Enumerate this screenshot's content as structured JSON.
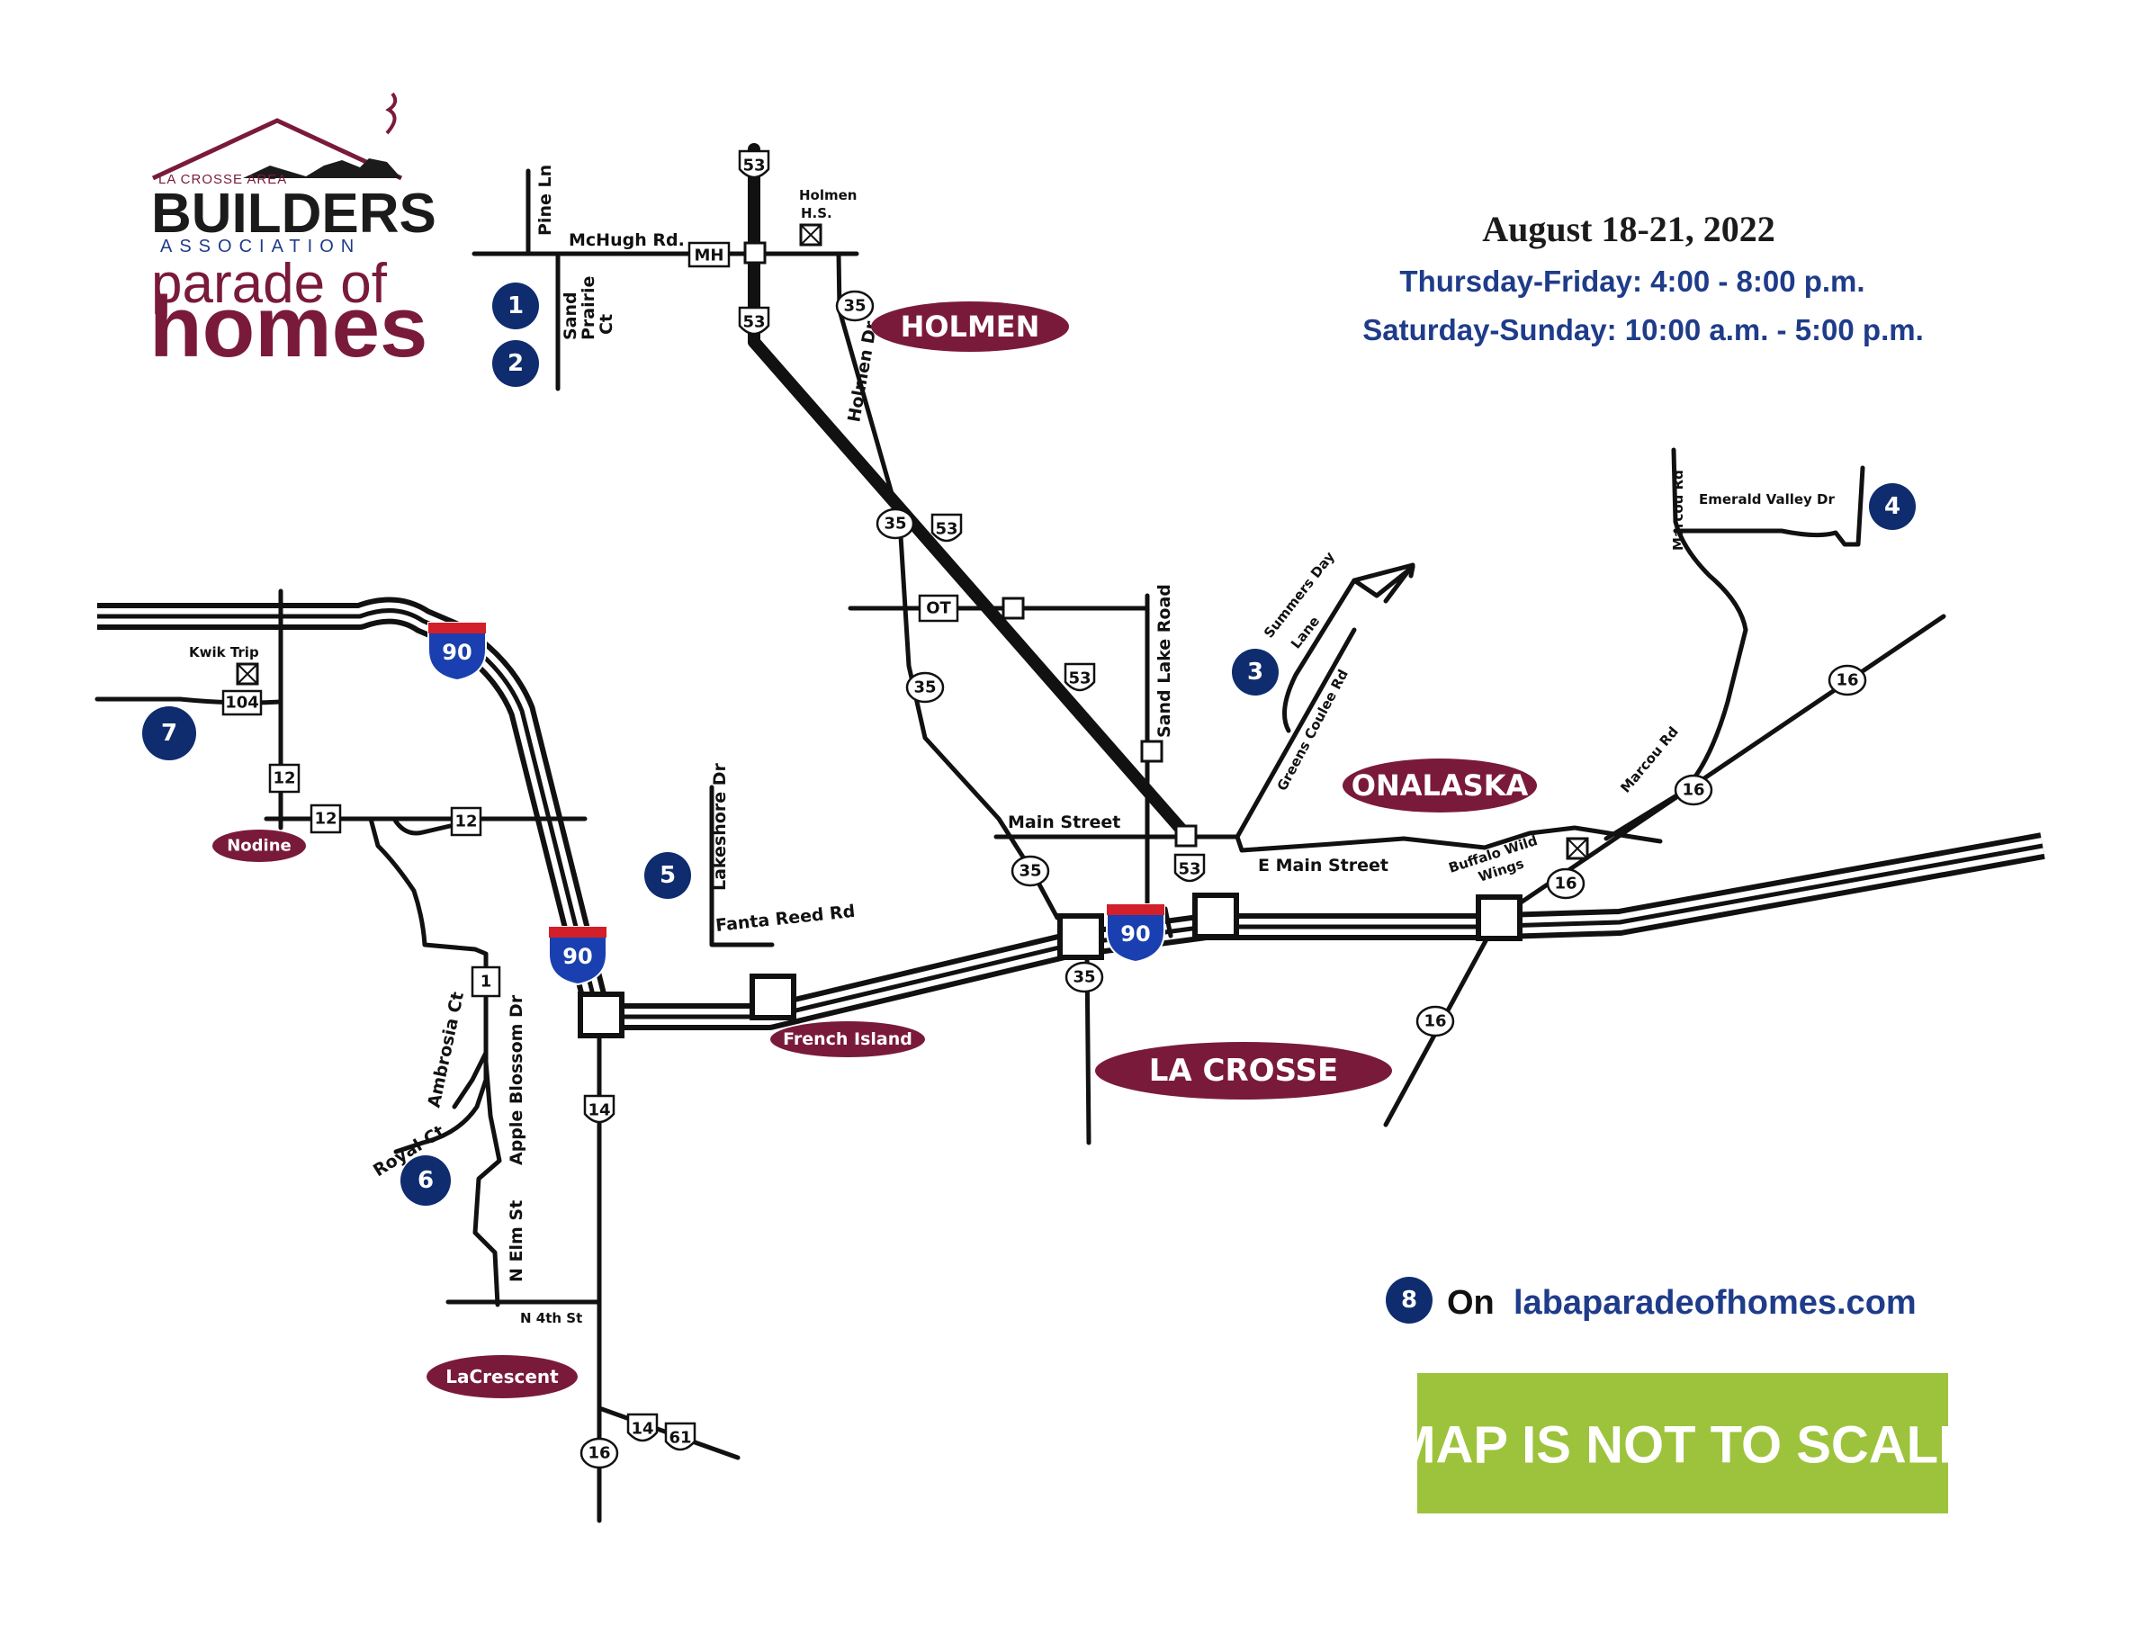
{
  "logo": {
    "area": "LA CROSSE AREA",
    "name": "BUILDERS",
    "association": "ASSOCIATION",
    "parade": "parade of",
    "homes": "homes"
  },
  "event": {
    "dates": "August 18-21, 2022",
    "weekday_hours": "Thursday-Friday: 4:00 - 8:00 p.m.",
    "weekend_hours": "Saturday-Sunday: 10:00 a.m. - 5:00 p.m."
  },
  "cities": {
    "holmen": "HOLMEN",
    "onalaska": "ONALASKA",
    "la_crosse": "LA CROSSE",
    "nodine": "Nodine",
    "french_island": "French Island",
    "lacrescent": "LaCrescent"
  },
  "stops": [
    "1",
    "2",
    "3",
    "4",
    "5",
    "6",
    "7",
    "8"
  ],
  "roads": {
    "pine_ln": "Pine Ln",
    "mchugh": "McHugh Rd.",
    "sand_prairie_1": "Sand",
    "sand_prairie_2": "Prairie",
    "sand_prairie_3": "Ct",
    "holmen_dr": "Holmen Dr",
    "holmen_hs_1": "Holmen",
    "holmen_hs_2": "H.S.",
    "sand_lake": "Sand Lake Road",
    "summers_day_1": "Summers Day",
    "summers_day_2": "Lane",
    "greens_coulee": "Greens Coulee Rd",
    "marcou_rd": "Marcou Rd",
    "emerald_valley": "Emerald Valley Dr",
    "main_street": "Main Street",
    "e_main_street": "E Main Street",
    "buffalo_1": "Buffalo Wild",
    "buffalo_2": "Wings",
    "lakeshore": "Lakeshore Dr",
    "fanta_reed": "Fanta Reed Rd",
    "kwik_trip": "Kwik Trip",
    "ambrosia": "Ambrosia Ct",
    "apple_blossom": "Apple Blossom Dr",
    "royal_ct": "Royal Ct",
    "n_elm": "N Elm St",
    "n_4th": "N 4th St"
  },
  "shields": {
    "us53": "53",
    "mh": "MH",
    "ot": "OT",
    "r35": "35",
    "r16": "16",
    "r104": "104",
    "r12": "12",
    "r1": "1",
    "us14": "14",
    "us61": "61",
    "i90": "90"
  },
  "website": {
    "on": "On",
    "url": "labaparadeofhomes.com"
  },
  "scale_note": "MAP IS NOT TO SCALE",
  "colors": {
    "maroon": "#7a1a3a",
    "navy": "#0f2c6e",
    "green": "#9cc33b",
    "interstate_blue": "#1a3fb0",
    "interstate_red": "#d21f2a"
  }
}
